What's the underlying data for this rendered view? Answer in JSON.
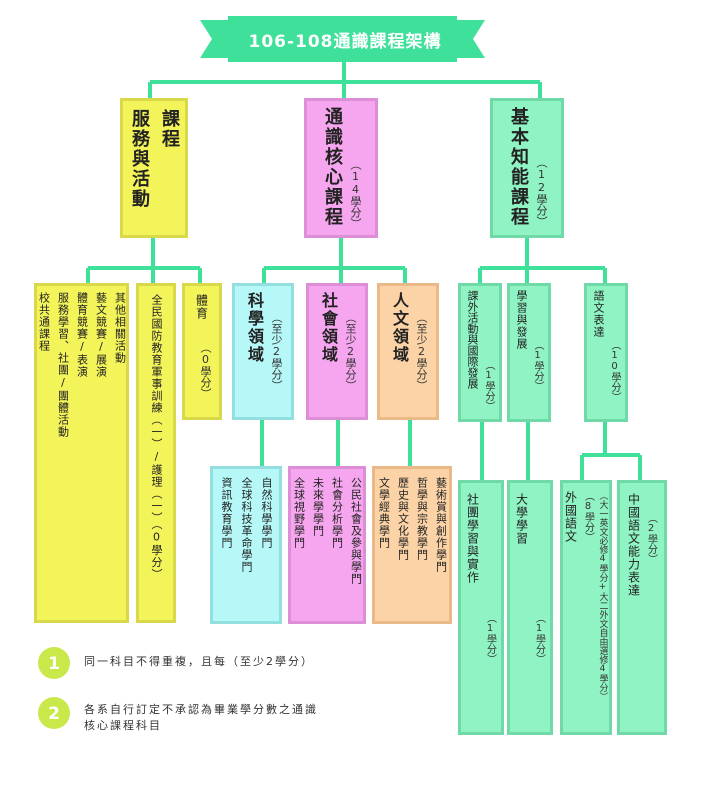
{
  "title": "106-108通識課程架構",
  "root": {
    "service": {
      "label_a": "服務與活動",
      "label_b": "課程"
    },
    "core": {
      "label": "通識核心課程",
      "credits": "（14學分）"
    },
    "basic": {
      "label": "基本知能課程",
      "credits": "（12學分）"
    }
  },
  "service_children": {
    "campus": {
      "lines": [
        "校共通課程",
        "服務學習、社團/團體活動",
        "體育競賽/表演",
        "藝文競賽/展演",
        "其他相關活動"
      ]
    },
    "defense": {
      "label": "全民國防教育軍事訓練（一）/護理（一）（0學分）"
    },
    "pe": {
      "label": "體育",
      "credits": "（0學分）"
    }
  },
  "core_children": {
    "science": {
      "label": "科學領域",
      "credits": "（至少2學分）",
      "subs": [
        "資訊教育學門",
        "全球科技革命學門",
        "自然科學學門"
      ]
    },
    "society": {
      "label": "社會領域",
      "credits": "（至少2學分）",
      "subs": [
        "全球視野學門",
        "未來學學門",
        "社會分析學門",
        "公民社會及參與學門"
      ]
    },
    "humanity": {
      "label": "人文領域",
      "credits": "（至少2學分）",
      "subs": [
        "文學經典學門",
        "歷史與文化學門",
        "哲學與宗教學門",
        "藝術賞與創作學門"
      ]
    }
  },
  "basic_children": {
    "extra": {
      "label": "課外活動與國際發展",
      "credits": "（1學分）",
      "sub_label": "社團學習與實作",
      "sub_credits": "（1學分）"
    },
    "learn": {
      "label": "學習與發展",
      "credits": "（1學分）",
      "sub_label": "大學學習",
      "sub_credits": "（1學分）"
    },
    "lang": {
      "label": "語文表達",
      "credits": "（10學分）",
      "foreign_label": "外國語文",
      "foreign_credits": "（8學分）",
      "foreign_note": "（大一英文必修4學分+大二外文自由選修4學分）",
      "chinese_label": "中國語文能力表達",
      "chinese_credits": "（2學分）"
    }
  },
  "notes": [
    {
      "num": "1",
      "text": "同一科目不得重複，且每（至少2學分）"
    },
    {
      "num": "2",
      "text_a": "各系自行訂定不承認為畢業學分數之通識",
      "text_b": "核心課程科目"
    }
  ],
  "colors": {
    "connector": "#3ee09a",
    "service": "#f3f35a",
    "core": "#f5a6ee",
    "basic": "#8ff3c3",
    "science": "#b6f7f7",
    "humanity": "#fbd3a6",
    "badge": "#c9e84a"
  }
}
